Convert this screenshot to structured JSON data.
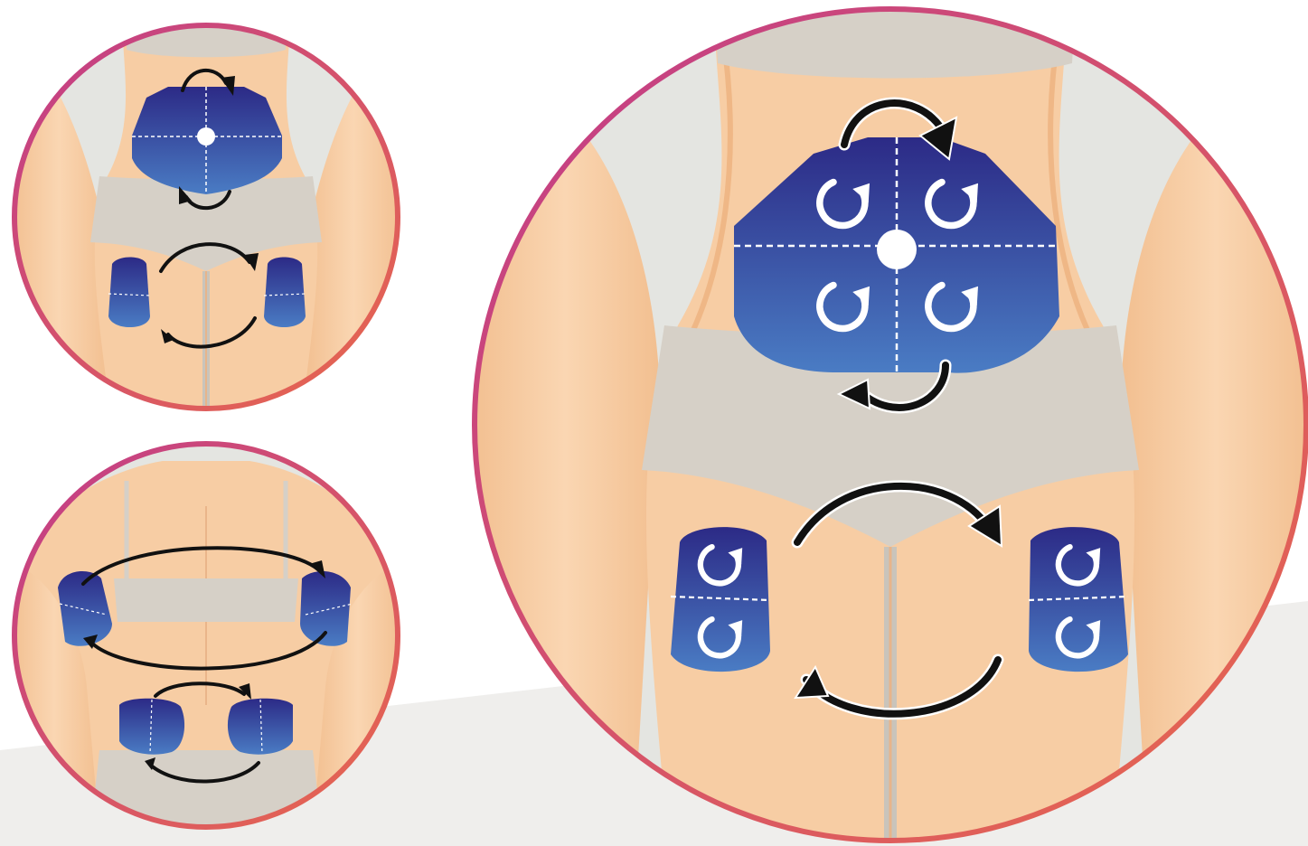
{
  "colors": {
    "background": "#ffffff",
    "floor": "#efeeec",
    "ring_start": "#c13c8a",
    "ring_end": "#e8684c",
    "skin": "#f7cda4",
    "skin_shadow": "#efb786",
    "garment": "#d6d0c7",
    "backdrop": "#e4e5e1",
    "pad_top": "#2c2a86",
    "pad_bottom": "#4a7cc4",
    "arrow": "#111111",
    "pad_marking": "#ffffff"
  },
  "panels": [
    {
      "id": "front-small",
      "view": "front",
      "pads": [
        "abdomen",
        "left-thigh",
        "right-thigh"
      ]
    },
    {
      "id": "back-small",
      "view": "back",
      "pads": [
        "left-arm",
        "right-arm",
        "left-flank",
        "right-flank"
      ]
    },
    {
      "id": "front-large",
      "view": "front-detail",
      "pads": [
        "abdomen",
        "left-thigh",
        "right-thigh"
      ],
      "rotation_marks": 8
    }
  ]
}
